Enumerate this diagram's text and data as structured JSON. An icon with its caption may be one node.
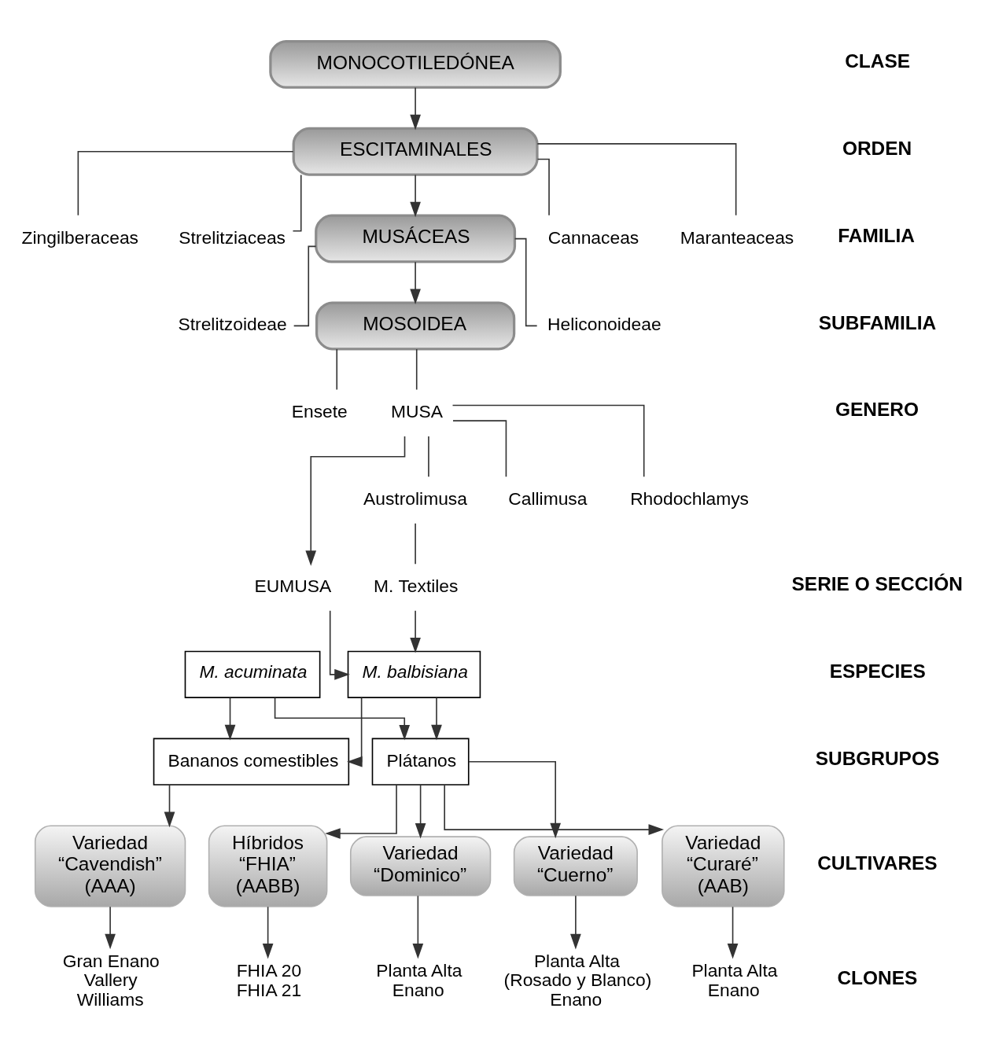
{
  "diagram": {
    "nodes": [
      {
        "text": [
          "MONOCOTILEDÓNEA"
        ]
      },
      {
        "text": [
          "ESCITAMINALES"
        ]
      },
      {
        "text": [
          "Zingilberaceas"
        ]
      },
      {
        "text": [
          "Strelitziaceas"
        ]
      },
      {
        "text": [
          "MUSÁCEAS"
        ]
      },
      {
        "text": [
          "Cannaceas"
        ]
      },
      {
        "text": [
          "Maranteaceas"
        ]
      },
      {
        "text": [
          "Strelitzoideae"
        ]
      },
      {
        "text": [
          "MOSOIDEA"
        ]
      },
      {
        "text": [
          "Heliconoideae"
        ]
      },
      {
        "text": [
          "Ensete"
        ]
      },
      {
        "text": [
          "MUSA"
        ]
      },
      {
        "text": [
          "Austrolimusa"
        ]
      },
      {
        "text": [
          "Callimusa"
        ]
      },
      {
        "text": [
          "Rhodochlamys"
        ]
      },
      {
        "text": [
          "EUMUSA"
        ]
      },
      {
        "text": [
          "M. Textiles"
        ]
      },
      {
        "text": [
          "M. acuminata"
        ]
      },
      {
        "text": [
          "M. balbisiana"
        ]
      },
      {
        "text": [
          "Bananos comestibles"
        ]
      },
      {
        "text": [
          "Plátanos"
        ]
      },
      {
        "text": [
          "Variedad",
          "“Cavendish”",
          "(AAA)"
        ]
      },
      {
        "text": [
          "Variedad",
          "“Dominico”"
        ]
      },
      {
        "text": [
          "Variedad",
          "“Cuerno”"
        ]
      },
      {
        "text": [
          "Variedad",
          "“Curaré”",
          "(AAB)"
        ]
      },
      {
        "text": [
          "Híbridos",
          "“FHIA”",
          "(AABB)"
        ]
      },
      {
        "text": [
          "Gran Enano",
          "Vallery",
          "Williams"
        ]
      },
      {
        "text": [
          "Planta Alta",
          "Enano"
        ]
      },
      {
        "text": [
          "Planta Alta",
          "(Rosado y Blanco)",
          "Enano"
        ]
      },
      {
        "text": [
          "Planta Alta",
          "Enano"
        ]
      },
      {
        "text": [
          "FHIA 20",
          "FHIA 21"
        ]
      }
    ],
    "edges": [
      {
        "from": 0,
        "to": 1,
        "arrow": "to"
      },
      {
        "from": 1,
        "to": 2,
        "arrow": "none"
      },
      {
        "from": 1,
        "to": 3,
        "arrow": "none"
      },
      {
        "from": 1,
        "to": 4,
        "arrow": "to"
      },
      {
        "from": 1,
        "to": 5,
        "arrow": "none"
      },
      {
        "from": 1,
        "to": 6,
        "arrow": "none"
      },
      {
        "from": 4,
        "to": 7,
        "arrow": "none"
      },
      {
        "from": 4,
        "to": 8,
        "arrow": "to"
      },
      {
        "from": 4,
        "to": 9,
        "arrow": "none"
      },
      {
        "from": 8,
        "to": 10,
        "arrow": "none"
      },
      {
        "from": 8,
        "to": 11,
        "arrow": "none"
      },
      {
        "from": 11,
        "to": 12,
        "arrow": "none"
      },
      {
        "from": 11,
        "to": 13,
        "arrow": "none"
      },
      {
        "from": 11,
        "to": 14,
        "arrow": "none"
      },
      {
        "from": 11,
        "to": 15,
        "arrow": "to"
      },
      {
        "from": 12,
        "to": 16,
        "arrow": "none"
      },
      {
        "from": 15,
        "to": 18,
        "arrow": "to"
      },
      {
        "from": 16,
        "to": 18,
        "arrow": "to"
      },
      {
        "from": 17,
        "to": 19,
        "arrow": "to"
      },
      {
        "from": 17,
        "to": 20,
        "arrow": "to"
      },
      {
        "from": 18,
        "to": 19,
        "arrow": "to"
      },
      {
        "from": 18,
        "to": 20,
        "arrow": "to"
      },
      {
        "from": 19,
        "to": 21,
        "arrow": "to"
      },
      {
        "from": 20,
        "to": 22,
        "arrow": "to"
      },
      {
        "from": 20,
        "to": 23,
        "arrow": "to"
      },
      {
        "from": 20,
        "to": 24,
        "arrow": "to"
      },
      {
        "from": 20,
        "to": 25,
        "arrow": "to"
      },
      {
        "from": 21,
        "to": 26,
        "arrow": "to"
      },
      {
        "from": 22,
        "to": 27,
        "arrow": "to"
      },
      {
        "from": 23,
        "to": 28,
        "arrow": "to"
      },
      {
        "from": 24,
        "to": 29,
        "arrow": "to"
      },
      {
        "from": 25,
        "to": 30,
        "arrow": "to"
      }
    ],
    "labels": [
      "CLASE",
      "ORDEN",
      "FAMILIA",
      "SUBFAMILIA",
      "GENERO",
      "SERIE O SECCIÓN",
      "ESPECIES",
      "SUBGRUPOS",
      "CULTIVARES",
      "CLONES"
    ]
  }
}
